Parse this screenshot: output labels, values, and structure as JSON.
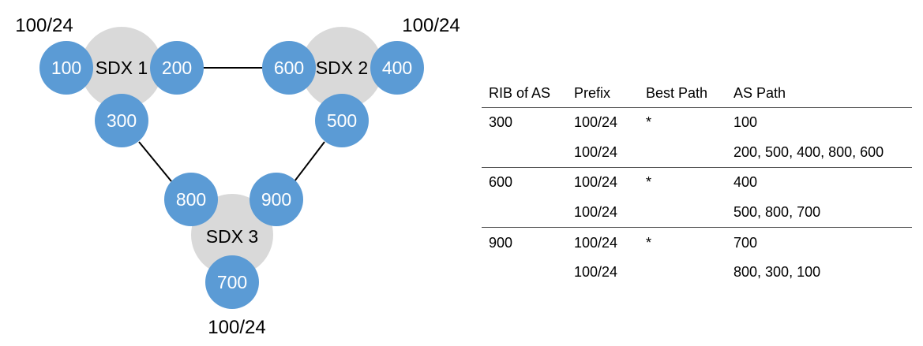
{
  "colors": {
    "as_node": "#5b9bd5",
    "sdx_node": "#d9d9d9",
    "link": "#000000"
  },
  "diagram": {
    "sdx": {
      "sdx1": "SDX 1",
      "sdx2": "SDX 2",
      "sdx3": "SDX 3"
    },
    "as": {
      "as100": "100",
      "as200": "200",
      "as300": "300",
      "as400": "400",
      "as500": "500",
      "as600": "600",
      "as700": "700",
      "as800": "800",
      "as900": "900"
    },
    "prefixes": {
      "near_as100": "100/24",
      "near_as400": "100/24",
      "near_as700": "100/24"
    }
  },
  "rib_table": {
    "headers": [
      "RIB of AS",
      "Prefix",
      "Best Path",
      "AS Path"
    ],
    "rows": [
      {
        "as": "300",
        "prefix": "100/24",
        "best": "*",
        "path": "100"
      },
      {
        "as": "",
        "prefix": "100/24",
        "best": "",
        "path": "200, 500, 400, 800, 600"
      },
      {
        "as": "600",
        "prefix": "100/24",
        "best": "*",
        "path": "400"
      },
      {
        "as": "",
        "prefix": "100/24",
        "best": "",
        "path": "500, 800, 700"
      },
      {
        "as": "900",
        "prefix": "100/24",
        "best": "*",
        "path": "700"
      },
      {
        "as": "",
        "prefix": "100/24",
        "best": "",
        "path": "800, 300, 100"
      }
    ]
  }
}
